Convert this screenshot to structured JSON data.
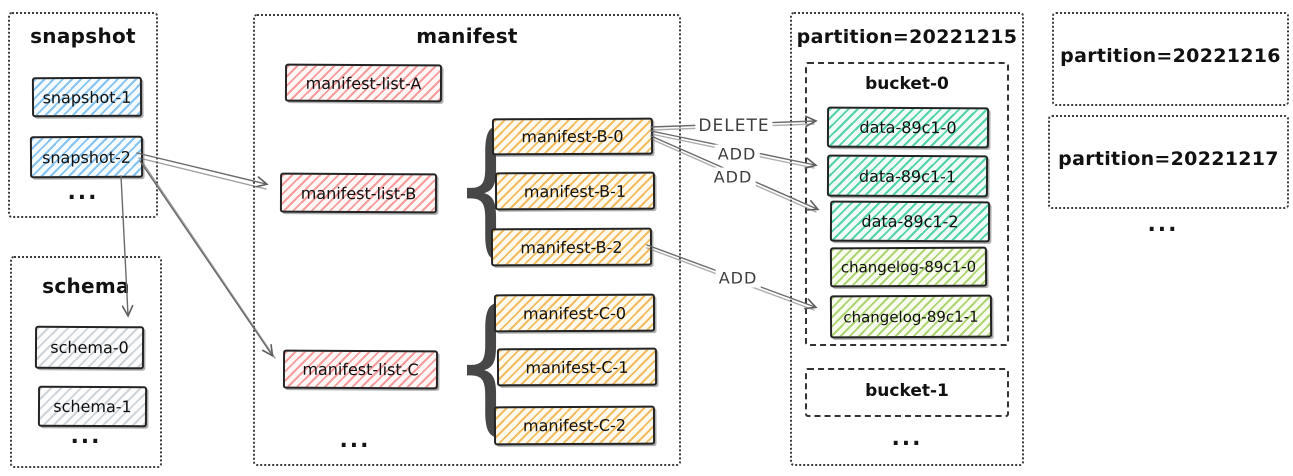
{
  "diagram": {
    "snapshot": {
      "title": "snapshot",
      "items": [
        "snapshot-1",
        "snapshot-2"
      ],
      "more": "..."
    },
    "schema": {
      "title": "schema",
      "items": [
        "schema-0",
        "schema-1"
      ],
      "more": "..."
    },
    "manifest": {
      "title": "manifest",
      "lists": [
        "manifest-list-A",
        "manifest-list-B",
        "manifest-list-C"
      ],
      "group_b": [
        "manifest-B-0",
        "manifest-B-1",
        "manifest-B-2"
      ],
      "group_c": [
        "manifest-C-0",
        "manifest-C-1",
        "manifest-C-2"
      ],
      "more": "..."
    },
    "partition_20221215": {
      "title": "partition=20221215",
      "bucket_0": {
        "title": "bucket-0",
        "data_files": [
          "data-89c1-0",
          "data-89c1-1",
          "data-89c1-2"
        ],
        "changelog_files": [
          "changelog-89c1-0",
          "changelog-89c1-1"
        ]
      },
      "bucket_1": {
        "title": "bucket-1"
      },
      "more": "..."
    },
    "partition_20221216": {
      "title": "partition=20221216"
    },
    "partition_20221217": {
      "title": "partition=20221217"
    },
    "partitions_more": "...",
    "edges": {
      "delete_label": "DELETE",
      "add_label_1": "ADD",
      "add_label_2": "ADD",
      "add_label_3": "ADD"
    }
  },
  "colors": {
    "snapshot_fill": "#85c4f2",
    "manifest_list_fill": "#f59d9d",
    "manifest_fill": "#f3bc62",
    "data_fill": "#52d3ab",
    "changelog_fill": "#aed573",
    "schema_fill": "#cfd4d9",
    "ink": "#1e1e1e",
    "arrow": "#6a6a6a"
  }
}
